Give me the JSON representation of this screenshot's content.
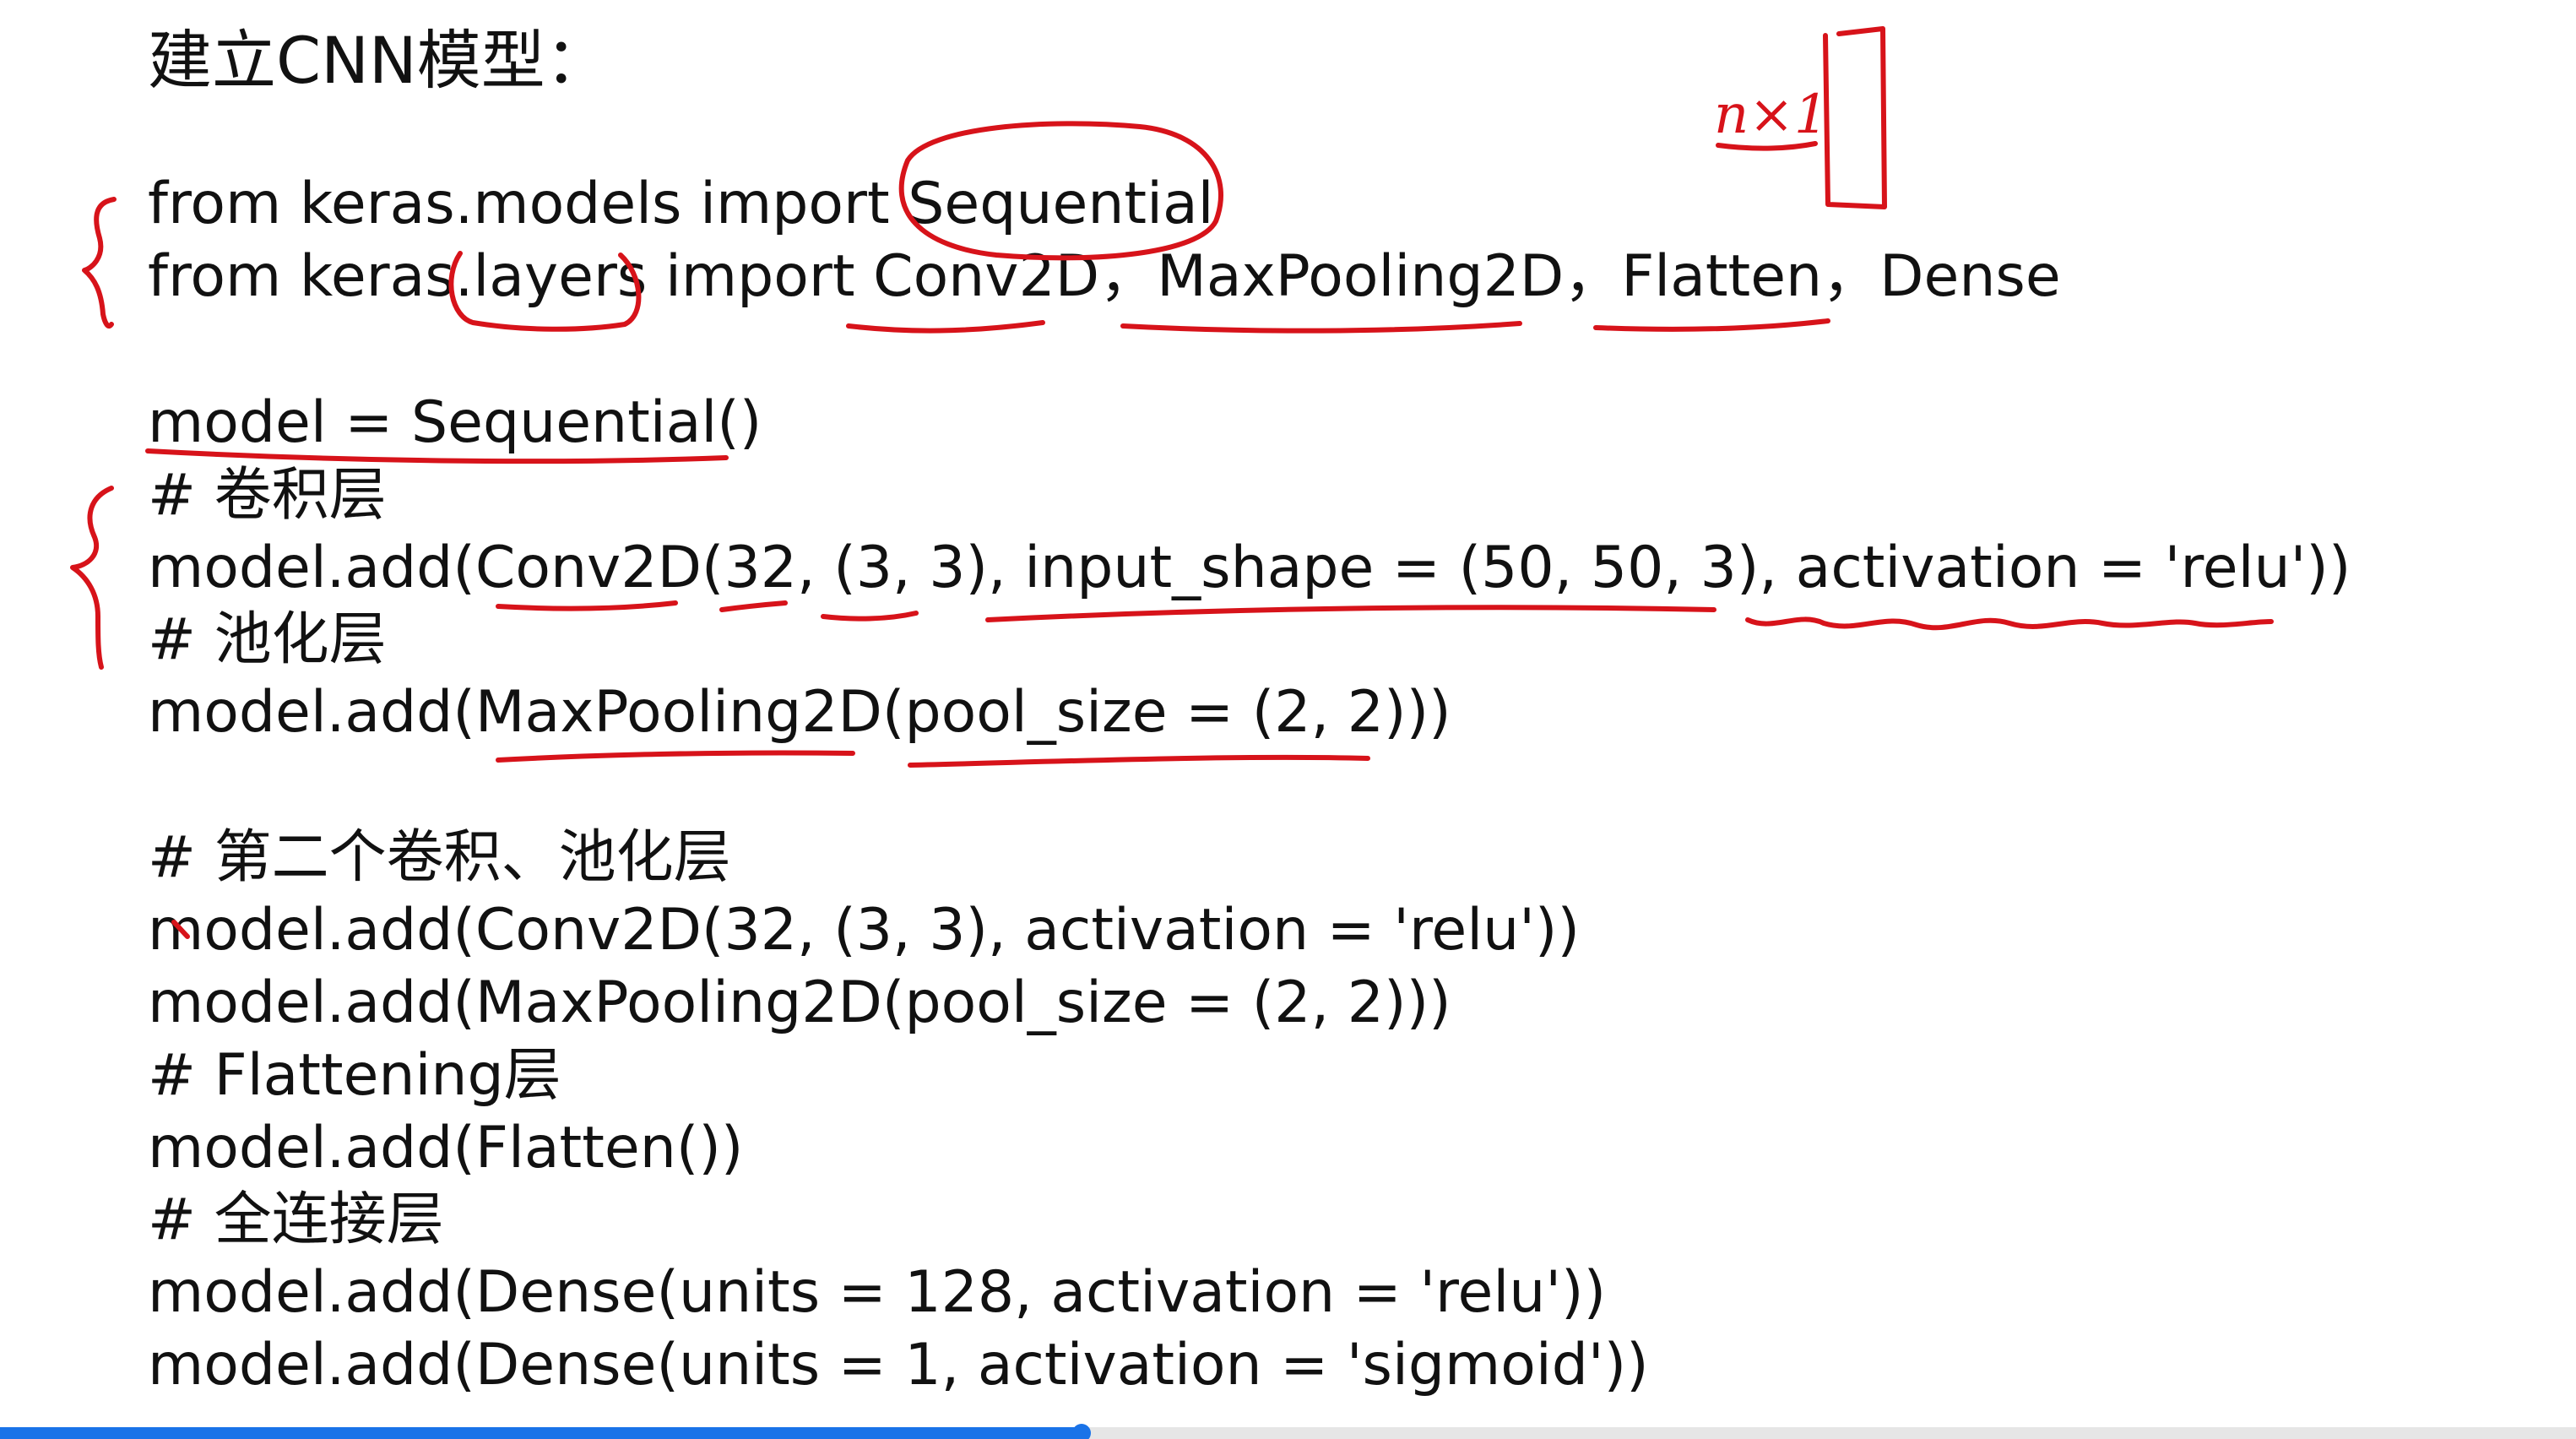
{
  "slide": {
    "title": "建立CNN模型：",
    "code_lines": [
      "from keras.models import Sequential",
      "from keras.layers import Conv2D，MaxPooling2D，Flatten，Dense",
      "",
      "model = Sequential()",
      "# 卷积层",
      "model.add(Conv2D(32, (3, 3), input_shape = (50, 50, 3), activation = 'relu'))",
      "# 池化层",
      "model.add(MaxPooling2D(pool_size = (2, 2)))",
      "",
      "# 第二个卷积、池化层",
      "model.add(Conv2D(32, (3, 3), activation = 'relu'))",
      "model.add(MaxPooling2D(pool_size = (2, 2)))",
      "# Flattening层",
      "model.add(Flatten())",
      "# 全连接层",
      "model.add(Dense(units = 128, activation = 'relu'))",
      "model.add(Dense(units = 1, activation = 'sigmoid'))"
    ]
  },
  "annotations": {
    "handwritten_note": "n×1",
    "ink_color": "#d7131a"
  },
  "player": {
    "progress_fraction": 0.42,
    "accent_color": "#1a73e8"
  }
}
